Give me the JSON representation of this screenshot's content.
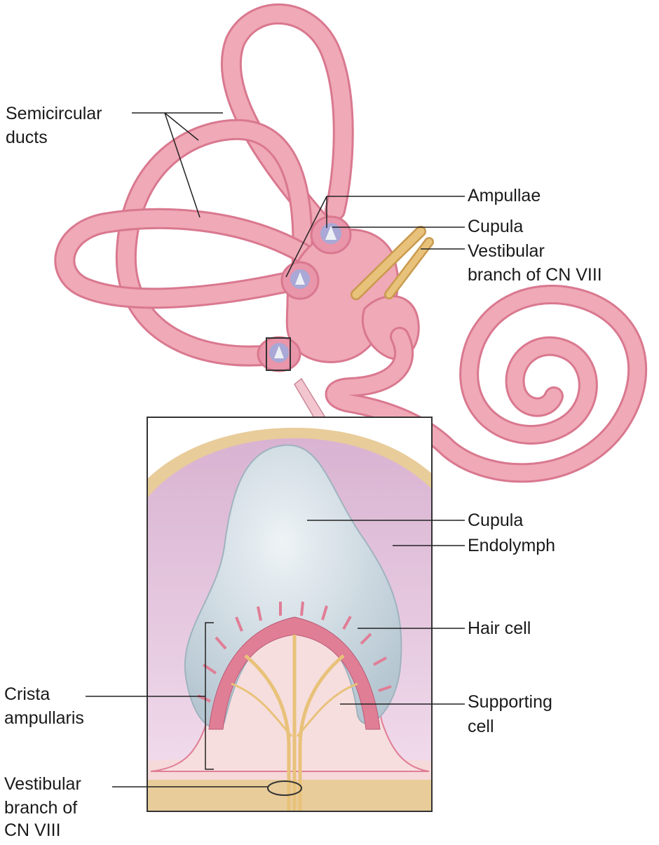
{
  "labels": {
    "semicircular_ducts_1": "Semicircular",
    "semicircular_ducts_2": "ducts",
    "ampullae": "Ampullae",
    "cupula_top": "Cupula",
    "vestibular_top_1": "Vestibular",
    "vestibular_top_2": "branch of CN VIII",
    "cupula_bottom": "Cupula",
    "endolymph": "Endolymph",
    "hair_cell": "Hair cell",
    "crista_1": "Crista",
    "crista_2": "ampullaris",
    "supporting_1": "Supporting",
    "supporting_2": "cell",
    "vestibular_bottom_1": "Vestibular",
    "vestibular_bottom_2": "branch of",
    "vestibular_bottom_3": "CN VIII"
  },
  "colors": {
    "duct": "#f0a9b6",
    "duct_edge": "#d9788f",
    "nerve": "#e8c27a",
    "cupula": "#c9d7df",
    "endolymph": "#e8c9df",
    "hair_cell": "#e07e96"
  }
}
